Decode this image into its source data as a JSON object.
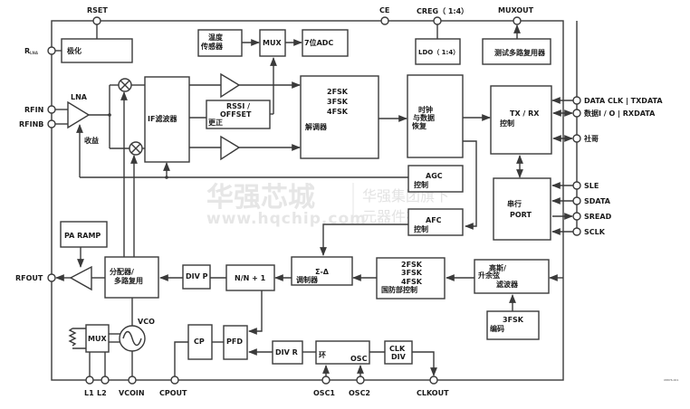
{
  "diagram": {
    "title": "RF transceiver functional block diagram",
    "pins": {
      "rset": "RSET",
      "rlna_main": "R",
      "rlna_sub": "LNA",
      "rfin": "RFIN",
      "rfinb": "RFINB",
      "rfout": "RFOUT",
      "ce": "CE",
      "creg": "CREG（ 1:4）",
      "muxout": "MUXOUT",
      "data_clk": "DATA CLK | TXDATA",
      "data_io": "数据I / O | RXDATA",
      "interrupt": "社哥",
      "sle": "SLE",
      "sdata": "SDATA",
      "sread": "SREAD",
      "sclk": "SCLK",
      "l1": "L1",
      "l2": "L2",
      "vcoin": "VCOIN",
      "cpout": "CPOUT",
      "osc1": "OSC1",
      "osc2": "OSC2",
      "clkout": "CLKOUT"
    },
    "blocks": {
      "bias": "极化",
      "temp_sensor_1": "温度",
      "temp_sensor_2": "传感器",
      "mux_top": "MUX",
      "adc": "7位ADC",
      "ldo": "LDO（ 1:4）",
      "test_mux": "测试多路复用器",
      "lna": "LNA",
      "gain": "收益",
      "if_filter": "IF滤波器",
      "rssi_1": "RSSI /",
      "rssi_2": "OFFSET",
      "rssi_3": "更正",
      "demod_1": "2FSK",
      "demod_2": "3FSK",
      "demod_3": "4FSK",
      "demod_4": "解调器",
      "cdr_1": "时钟",
      "cdr_2": "与数据",
      "cdr_3": "恢复",
      "txrx_1": "TX / RX",
      "txrx_2": "控制",
      "agc_1": "AGC",
      "agc_2": "控制",
      "afc_1": "AFC",
      "afc_2": "控制",
      "serial_1": "串行",
      "serial_2": "PORT",
      "pa_ramp": "PA RAMP",
      "divider_1": "分配器/",
      "divider_2": "多路复用",
      "div_p": "DIV P",
      "nn1": "N/N + 1",
      "sigma_1": "Σ-Δ",
      "sigma_2": "调制器",
      "mod_1": "2FSK",
      "mod_2": "3FSK",
      "mod_3": "4FSK",
      "mod_4": "国防部控制",
      "gauss_1": "高斯/",
      "gauss_2": "升余弦",
      "gauss_3": "滤波器",
      "enc_1": "3FSK",
      "enc_2": "编码",
      "vco": "VCO",
      "mux_vco": "MUX",
      "cp": "CP",
      "pfd": "PFD",
      "div_r": "DIV R",
      "osc_1": "环",
      "osc_2": "OSC",
      "clkdiv_1": "CLK",
      "clkdiv_2": "DIV"
    },
    "watermark": {
      "brand": "华强芯城",
      "url": "www.hqchip.com",
      "slogan_1": "华强集团旗下",
      "slogan_2": "元器件在线商城"
    },
    "figure_id": "08876-001"
  }
}
